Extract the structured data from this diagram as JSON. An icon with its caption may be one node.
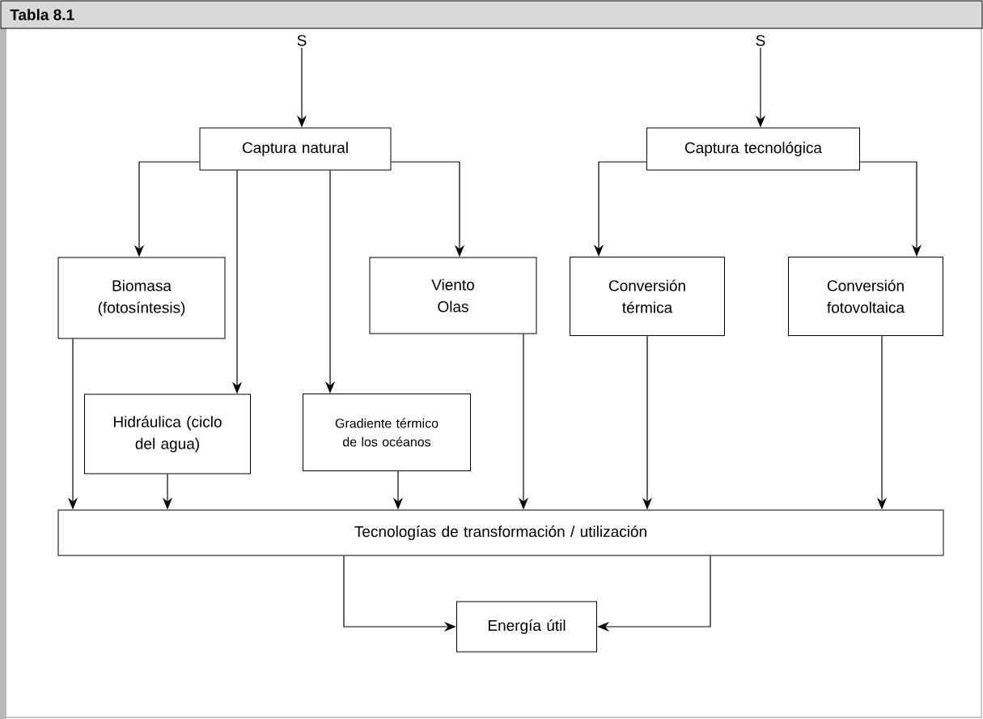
{
  "diagram": {
    "title": "Tabla 8.1",
    "nodes": [
      {
        "text": [
          "S"
        ]
      },
      {
        "text": [
          "S"
        ]
      },
      {
        "text": [
          "Captura natural"
        ]
      },
      {
        "text": [
          "Captura tecnológica"
        ]
      },
      {
        "text": [
          "Biomasa (fotosíntesis)"
        ]
      },
      {
        "text": [
          "Viento Olas"
        ]
      },
      {
        "text": [
          "Conversión térmica"
        ]
      },
      {
        "text": [
          "Conversión fotovoltaica"
        ]
      },
      {
        "text": [
          "Hidráulica (ciclo del agua)"
        ]
      },
      {
        "text": [
          "Gradiente térmico de los océanos"
        ]
      },
      {
        "text": [
          "Tecnologías de transformación / utilización"
        ]
      },
      {
        "text": [
          "Energía útil"
        ]
      }
    ],
    "edges": [
      {
        "from": 0,
        "to": 2,
        "arrow": "to"
      },
      {
        "from": 1,
        "to": 3,
        "arrow": "to"
      },
      {
        "from": 2,
        "to": 4,
        "arrow": "to"
      },
      {
        "from": 2,
        "to": 8,
        "arrow": "to"
      },
      {
        "from": 2,
        "to": 9,
        "arrow": "to"
      },
      {
        "from": 2,
        "to": 5,
        "arrow": "to"
      },
      {
        "from": 3,
        "to": 6,
        "arrow": "to"
      },
      {
        "from": 3,
        "to": 7,
        "arrow": "to"
      },
      {
        "from": 4,
        "to": 10,
        "arrow": "to"
      },
      {
        "from": 8,
        "to": 10,
        "arrow": "to"
      },
      {
        "from": 9,
        "to": 10,
        "arrow": "to"
      },
      {
        "from": 5,
        "to": 10,
        "arrow": "to"
      },
      {
        "from": 6,
        "to": 10,
        "arrow": "to"
      },
      {
        "from": 7,
        "to": 10,
        "arrow": "to"
      },
      {
        "from": 10,
        "to": 11,
        "arrow": "to"
      },
      {
        "from": 10,
        "to": 11,
        "arrow": "to"
      }
    ]
  }
}
